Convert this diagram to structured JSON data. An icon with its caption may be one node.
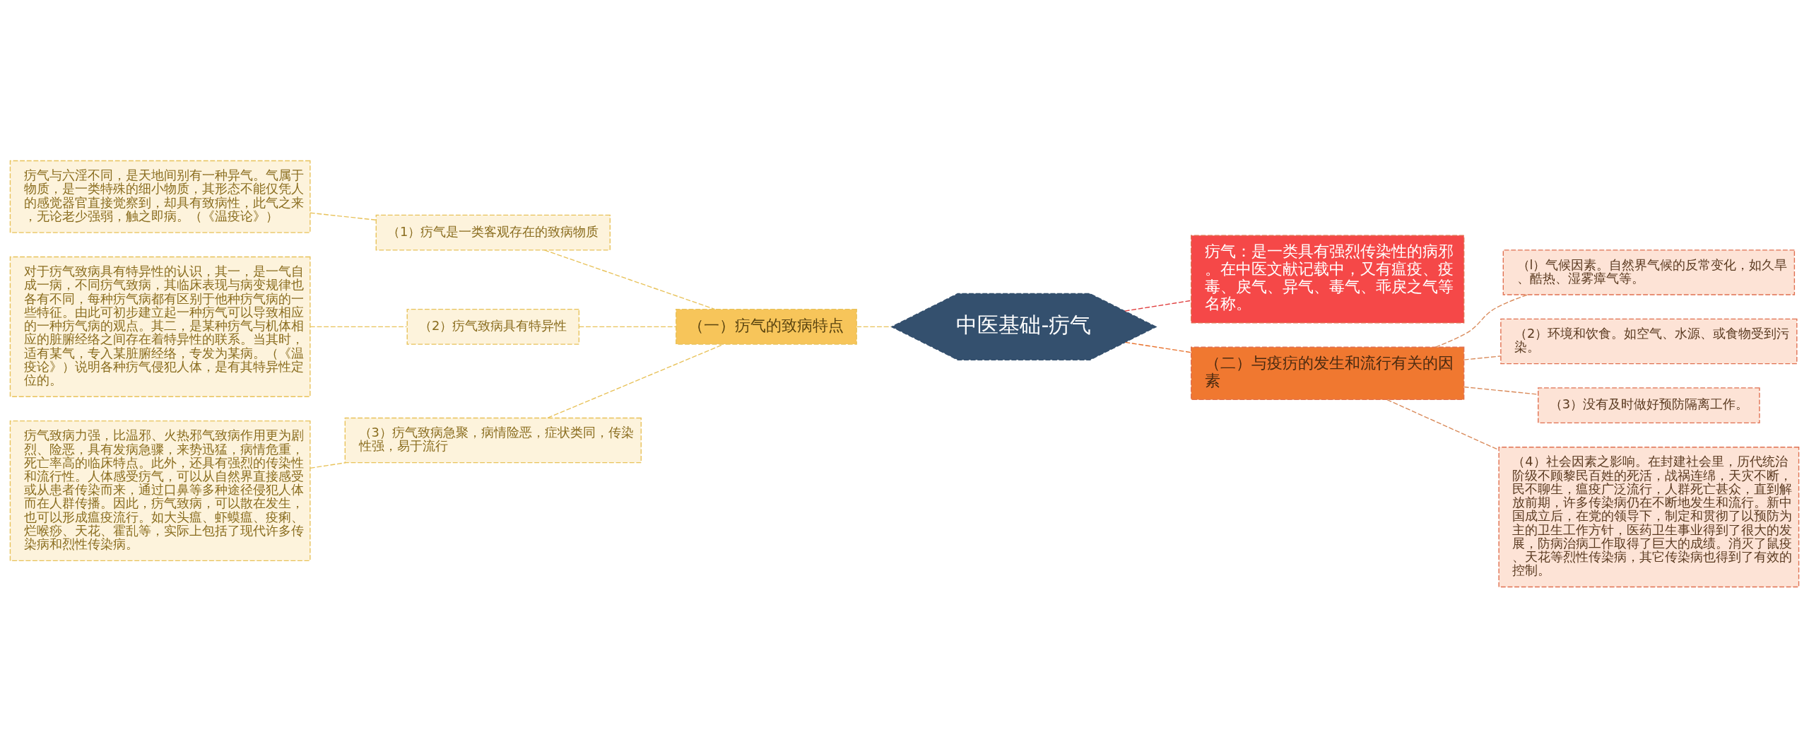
{
  "diagram": {
    "nodes": [
      {
        "text": [
          "中医基础-疠气"
        ]
      },
      {
        "text": [
          "（一）疠气的致病特点"
        ]
      },
      {
        "text": [
          "（1）疠气是一类客观存在的致病物质"
        ]
      },
      {
        "text": [
          "疠气与六淫不同，是天地间别有一种异气。气属于物质，是一类特殊的细小物质，其形态不能仅凭人的感觉器官直接觉察到，却具有致病性，此气之来，无论老少强弱，触之即病。（《温疫论》）"
        ]
      },
      {
        "text": [
          "（2）疠气致病具有特异性"
        ]
      },
      {
        "text": [
          "对于疠气致病具有特异性的认识，其一，是一气自成一病，不同疠气致病，其临床表现与病变规律也各有不同，每种疠气病都有区别于他种疠气病的一些特征。由此可初步建立起一种疠气可以导致相应的一种疠气病的观点。其二，是某种疠气与机体相应的脏腑经络之间存在着特异性的联系。当其时，适有某气，专入某脏腑经络，专发为某病。（《温疫论》）说明各种疠气侵犯人体，是有其特异性定位的。"
        ]
      },
      {
        "text": [
          "（3）疠气致病急聚，病情险恶，症状类同，传染性强，易于流行"
        ]
      },
      {
        "text": [
          "疠气致病力强，比温邪、火热邪气致病作用更为剧烈、险恶，具有发病急骤，来势迅猛，病情危重，死亡率高的临床特点。此外，还具有强烈的传染性和流行性。人体感受疠气，可以从自然界直接感受或从患者传染而来，通过口鼻等多种途径侵犯人体而在人群传播。因此，疠气致病，可以散在发生，也可以形成瘟疫流行。如大头瘟、虾蟆瘟、疫痢、烂喉痧、天花、霍乱等，实际上包括了现代许多传染病和烈性传染病。"
        ]
      },
      {
        "text": [
          "疠气：是一类具有强烈传染性的病邪。在中医文献记载中，又有瘟疫、疫毒、戾气、异气、毒气、乖戾之气等名称。"
        ]
      },
      {
        "text": [
          "（二）与疫疠的发生和流行有关的因素"
        ]
      },
      {
        "text": [
          "（l）气候因素。自然界气候的反常变化，如久旱、酷热、湿雾瘴气等。"
        ]
      },
      {
        "text": [
          "（2）环境和饮食。如空气、水源、或食物受到污染。"
        ]
      },
      {
        "text": [
          "（3）没有及时做好预防隔离工作。"
        ]
      },
      {
        "text": [
          "（4）社会因素之影响。在封建社会里，历代统治阶级不顾黎民百姓的死活，战祸连绵，天灾不断，民不聊生，瘟疫广泛流行，人群死亡甚众，直到解放前期，许多传染病仍在不断地发生和流行。新中国成立后，在党的领导下，制定和贯彻了以预防为主的卫生工作方针，医药卫生事业得到了很大的发展，防病治病工作取得了巨大的成绩。消灭了鼠疫、天花等烈性传染病，其它传染病也得到了有效的控制。"
        ]
      }
    ],
    "edges": [
      {
        "from": 0,
        "to": 1,
        "arrow": "none",
        "style": "dashed",
        "color": "#e8c25a"
      },
      {
        "from": 1,
        "to": 2,
        "arrow": "none",
        "style": "dashed",
        "color": "#e8c25a"
      },
      {
        "from": 2,
        "to": 3,
        "arrow": "none",
        "style": "dashed",
        "color": "#e8c25a"
      },
      {
        "from": 1,
        "to": 4,
        "arrow": "none",
        "style": "dashed",
        "color": "#e8c25a"
      },
      {
        "from": 4,
        "to": 5,
        "arrow": "none",
        "style": "dashed",
        "color": "#e8c25a"
      },
      {
        "from": 1,
        "to": 6,
        "arrow": "none",
        "style": "dashed",
        "color": "#e8c25a"
      },
      {
        "from": 6,
        "to": 7,
        "arrow": "none",
        "style": "dashed",
        "color": "#e8c25a"
      },
      {
        "from": 0,
        "to": 8,
        "arrow": "none",
        "style": "dashed",
        "color": "#e04040"
      },
      {
        "from": 0,
        "to": 9,
        "arrow": "none",
        "style": "dashed",
        "color": "#e8702a"
      },
      {
        "from": 9,
        "to": 10,
        "arrow": "none",
        "style": "dashed",
        "color": "#d98a5a"
      },
      {
        "from": 9,
        "to": 11,
        "arrow": "none",
        "style": "dashed",
        "color": "#d98a5a"
      },
      {
        "from": 9,
        "to": 12,
        "arrow": "none",
        "style": "dashed",
        "color": "#d98a5a"
      },
      {
        "from": 9,
        "to": 13,
        "arrow": "none",
        "style": "dashed",
        "color": "#d98a5a"
      }
    ]
  }
}
